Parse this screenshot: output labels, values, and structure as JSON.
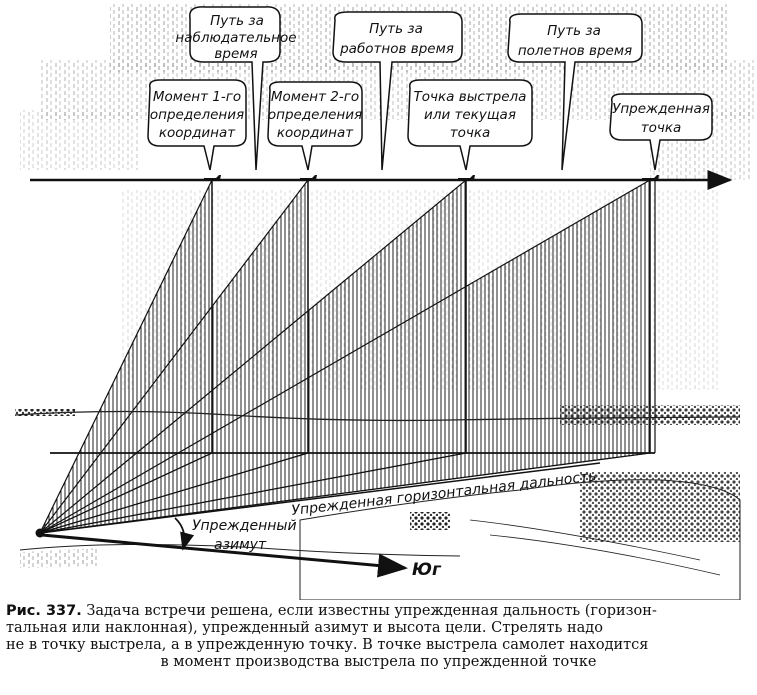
{
  "callouts": {
    "top": [
      {
        "line1": "Путь за",
        "line2": "наблюдательное",
        "line3": "время"
      },
      {
        "line1": "Путь за",
        "line2": "работнов время"
      },
      {
        "line1": "Путь за",
        "line2": "полетнов время"
      }
    ],
    "lower": [
      {
        "line1": "Момент 1-го",
        "line2": "определения",
        "line3": "координат"
      },
      {
        "line1": "Момент 2-го",
        "line2": "определения",
        "line3": "координат"
      },
      {
        "line1": "Точка выстрела",
        "line2": "или текущая",
        "line3": "точка"
      },
      {
        "line1": "Упрежденная",
        "line2": "точка"
      }
    ]
  },
  "labels": {
    "range": "Упрежденная горизонтальная дальность",
    "azimuth_line1": "Упрежденный",
    "azimuth_line2": "азимут",
    "south": "Юг"
  },
  "caption": {
    "number": "Рис. 337.",
    "line1": "Задача встречи решена, если известны упрежденная дальность (горизон-",
    "line2": "тальная или наклонная), упрежденный азимут и высота цели. Стрелять надо",
    "line3": "не в точку выстрела, а в упрежденную точку. В точке выстрела самолет находится",
    "line4": "в момент производства выстрела по упрежденной точке"
  },
  "colors": {
    "ink": "#111111",
    "paper": "#ffffff"
  }
}
